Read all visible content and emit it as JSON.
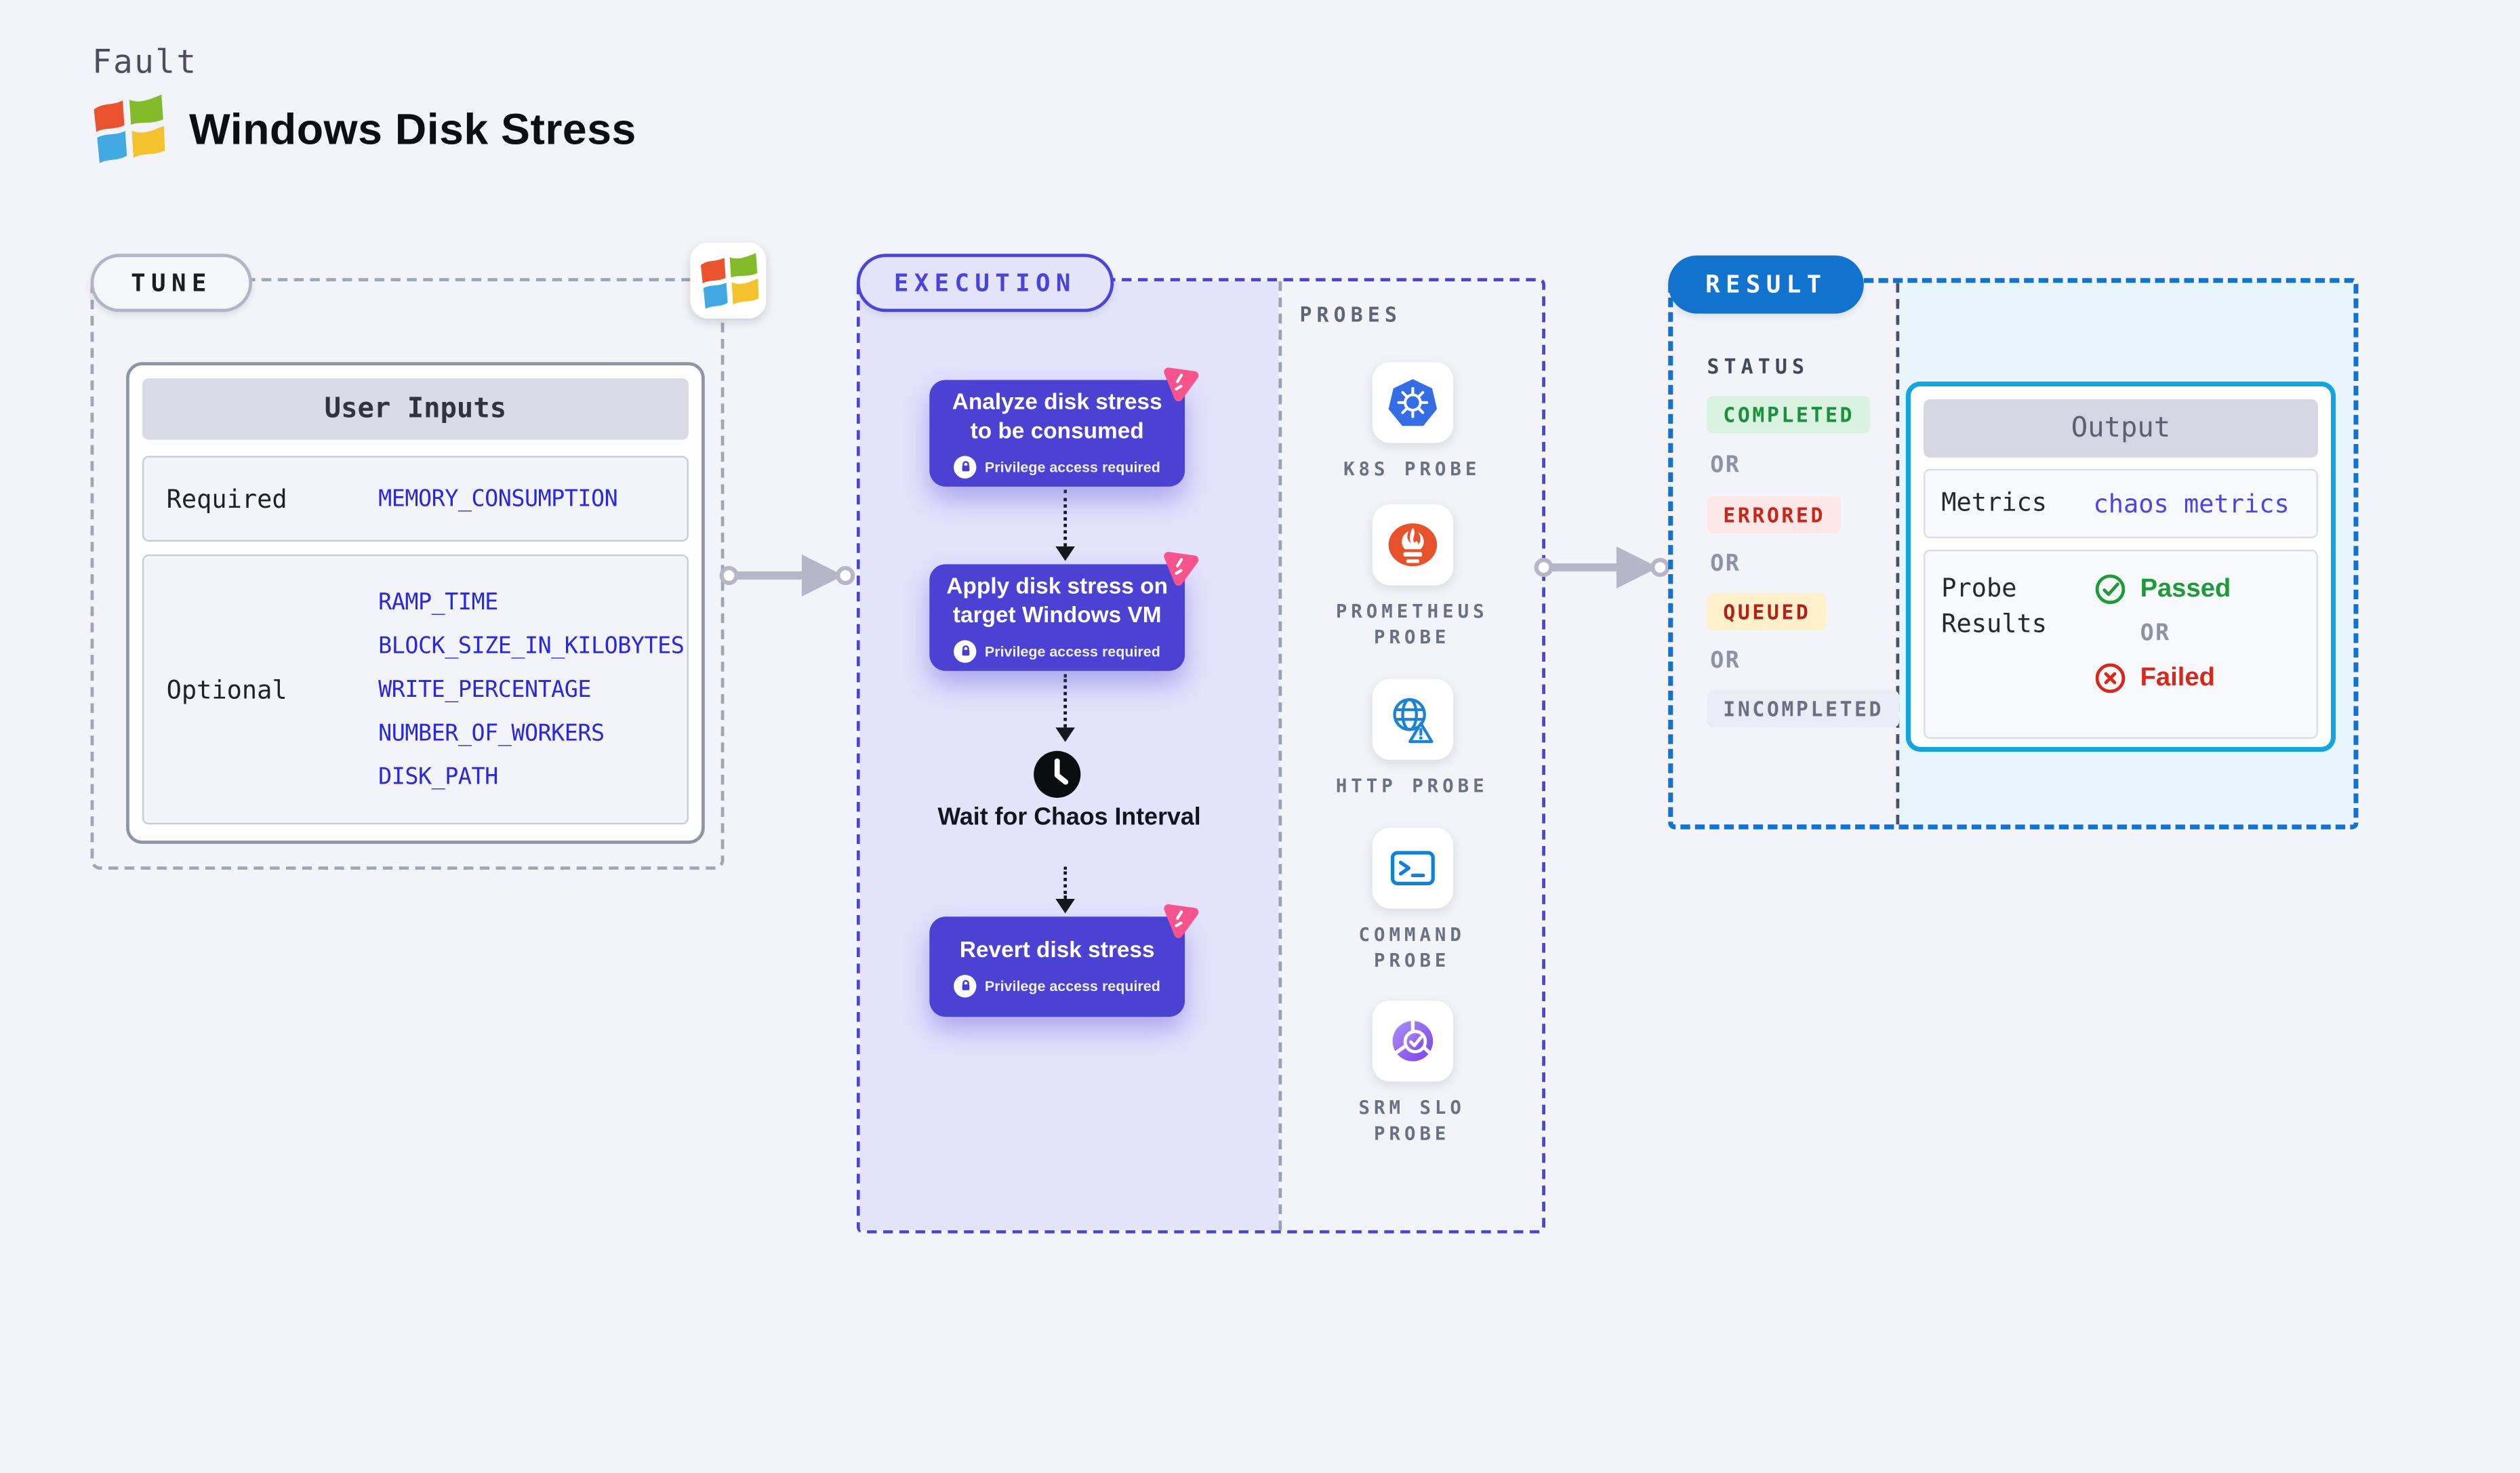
{
  "page": {
    "kind_label": "Fault",
    "title": "Windows Disk Stress"
  },
  "colors": {
    "accent_indigo": "#4b42d4",
    "execution_border": "#4b44d8",
    "result_blue": "#1273cf",
    "output_border": "#14a5df",
    "param_blue": "#2a28de",
    "link_purple": "#4b45e9",
    "passed_green": "#1f9a38",
    "failed_red": "#d7281c",
    "arrow_gray": "#b6b6c8"
  },
  "tune": {
    "label": "TUNE",
    "table": {
      "title": "User Inputs",
      "required_label": "Required",
      "required_values": [
        "MEMORY_CONSUMPTION"
      ],
      "optional_label": "Optional",
      "optional_values": [
        "RAMP_TIME",
        "BLOCK_SIZE_IN_KILOBYTES",
        "WRITE_PERCENTAGE",
        "NUMBER_OF_WORKERS",
        "DISK_PATH"
      ]
    }
  },
  "execution": {
    "label": "EXECUTION",
    "privilege_label": "Privilege access required",
    "steps": [
      {
        "title": "Analyze disk stress to be consumed"
      },
      {
        "title": "Apply disk stress on target Windows VM"
      },
      {
        "title": "Wait for Chaos Interval"
      },
      {
        "title": "Revert disk stress"
      }
    ]
  },
  "probes": {
    "label": "PROBES",
    "items": [
      {
        "name": "K8S PROBE",
        "icon": "kubernetes-icon"
      },
      {
        "name": "PROMETHEUS PROBE",
        "icon": "prometheus-icon"
      },
      {
        "name": "HTTP PROBE",
        "icon": "http-globe-icon"
      },
      {
        "name": "COMMAND PROBE",
        "icon": "terminal-icon"
      },
      {
        "name": "SRM SLO PROBE",
        "icon": "slo-donut-icon"
      }
    ]
  },
  "result": {
    "label": "RESULT",
    "status_label": "STATUS",
    "or_label": "OR",
    "statuses": [
      {
        "label": "COMPLETED",
        "bg": "#daf2e0",
        "fg": "#17923a"
      },
      {
        "label": "ERRORED",
        "bg": "#fce9e7",
        "fg": "#cd241a"
      },
      {
        "label": "QUEUED",
        "bg": "#fdf0ca",
        "fg": "#ae231b"
      },
      {
        "label": "INCOMPLETED",
        "bg": "#eaecf3",
        "fg": "#6a7082"
      }
    ],
    "output": {
      "title": "Output",
      "metrics_label": "Metrics",
      "metrics_value": "chaos metrics",
      "probe_results_label": "Probe Results",
      "passed_label": "Passed",
      "failed_label": "Failed"
    }
  }
}
